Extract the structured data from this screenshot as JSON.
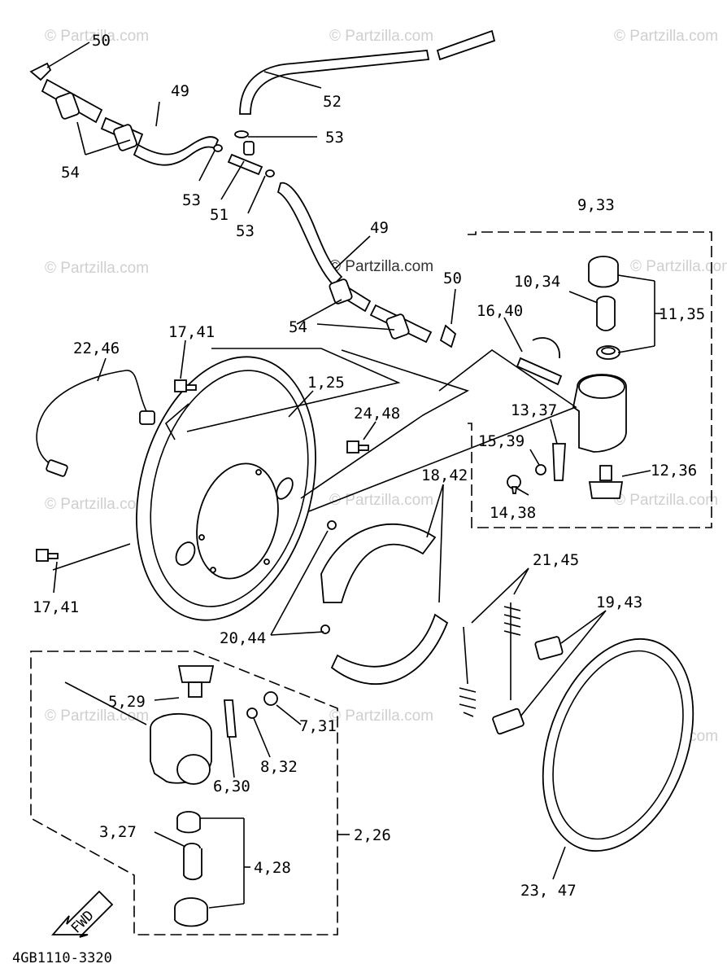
{
  "diagram": {
    "watermark": "© Partzilla.com",
    "watermark_center": "© Partzilla.com",
    "part_code": "4GB1110-3320",
    "fwd_label": "FWD",
    "callouts": {
      "c50a": "50",
      "c49a": "49",
      "c52": "52",
      "c53a": "53",
      "c54a": "54",
      "c53b": "53",
      "c51": "51",
      "c53c": "53",
      "c49b": "49",
      "c933": "9,33",
      "c50b": "50",
      "c1034": "10,34",
      "c1135": "11,35",
      "c1640": "16,40",
      "c54b": "54",
      "c2246": "22,46",
      "c1741a": "17,41",
      "c125": "1,25",
      "c2448": "24,48",
      "c1337": "13,37",
      "c1539": "15,39",
      "c1236": "12,36",
      "c1438": "14,38",
      "c1842": "18,42",
      "c1741b": "17,41",
      "c2145": "21,45",
      "c1943": "19,43",
      "c2044": "20,44",
      "c529": "5,29",
      "c731": "7,31",
      "c832": "8,32",
      "c630": "6,30",
      "c226": "2,26",
      "c327": "3,27",
      "c428": "4,28",
      "c2347": "23, 47"
    }
  }
}
